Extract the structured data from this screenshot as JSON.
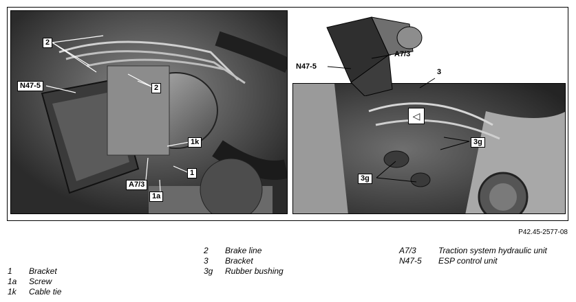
{
  "figure": {
    "reference": "P42.45-2577-08",
    "left_callouts": [
      "2",
      "N47-5",
      "2",
      "1k",
      "1",
      "A7/3",
      "1a"
    ],
    "right_callouts": [
      "A7/3",
      "N47-5",
      "3",
      "3g",
      "3g"
    ]
  },
  "legend": {
    "col1": [
      {
        "key": "1",
        "label": "Bracket"
      },
      {
        "key": "1a",
        "label": "Screw"
      },
      {
        "key": "1k",
        "label": "Cable tie"
      }
    ],
    "col2": [
      {
        "key": "2",
        "label": "Brake line"
      },
      {
        "key": "3",
        "label": "Bracket"
      },
      {
        "key": "3g",
        "label": "Rubber bushing"
      }
    ],
    "col3": [
      {
        "key": "A7/3",
        "label": "Traction system hydraulic unit"
      },
      {
        "key": "N47-5",
        "label": "ESP control unit"
      }
    ]
  },
  "icons": {
    "warning_triangle": "arrow-triangle-icon"
  }
}
